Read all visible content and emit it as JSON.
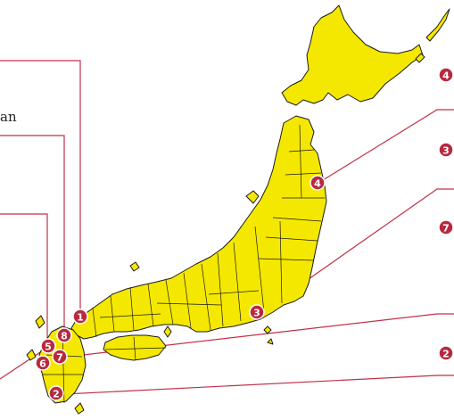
{
  "map": {
    "partial_label": "an",
    "colors": {
      "land": "#f5e800",
      "border": "#1a1a1a",
      "marker": "#b8293f",
      "leader": "#c23048"
    },
    "markers": [
      {
        "id": "m1",
        "number": "1"
      },
      {
        "id": "m8",
        "number": "8"
      },
      {
        "id": "m5",
        "number": "5"
      },
      {
        "id": "m6",
        "number": "6"
      },
      {
        "id": "m7",
        "number": "7"
      },
      {
        "id": "m2",
        "number": "2"
      },
      {
        "id": "m3",
        "number": "3"
      },
      {
        "id": "m4",
        "number": "4"
      }
    ],
    "right_markers": [
      {
        "id": "r4",
        "number": "4"
      },
      {
        "id": "r3",
        "number": "3"
      },
      {
        "id": "r7",
        "number": "7"
      },
      {
        "id": "r2",
        "number": "2"
      }
    ]
  }
}
